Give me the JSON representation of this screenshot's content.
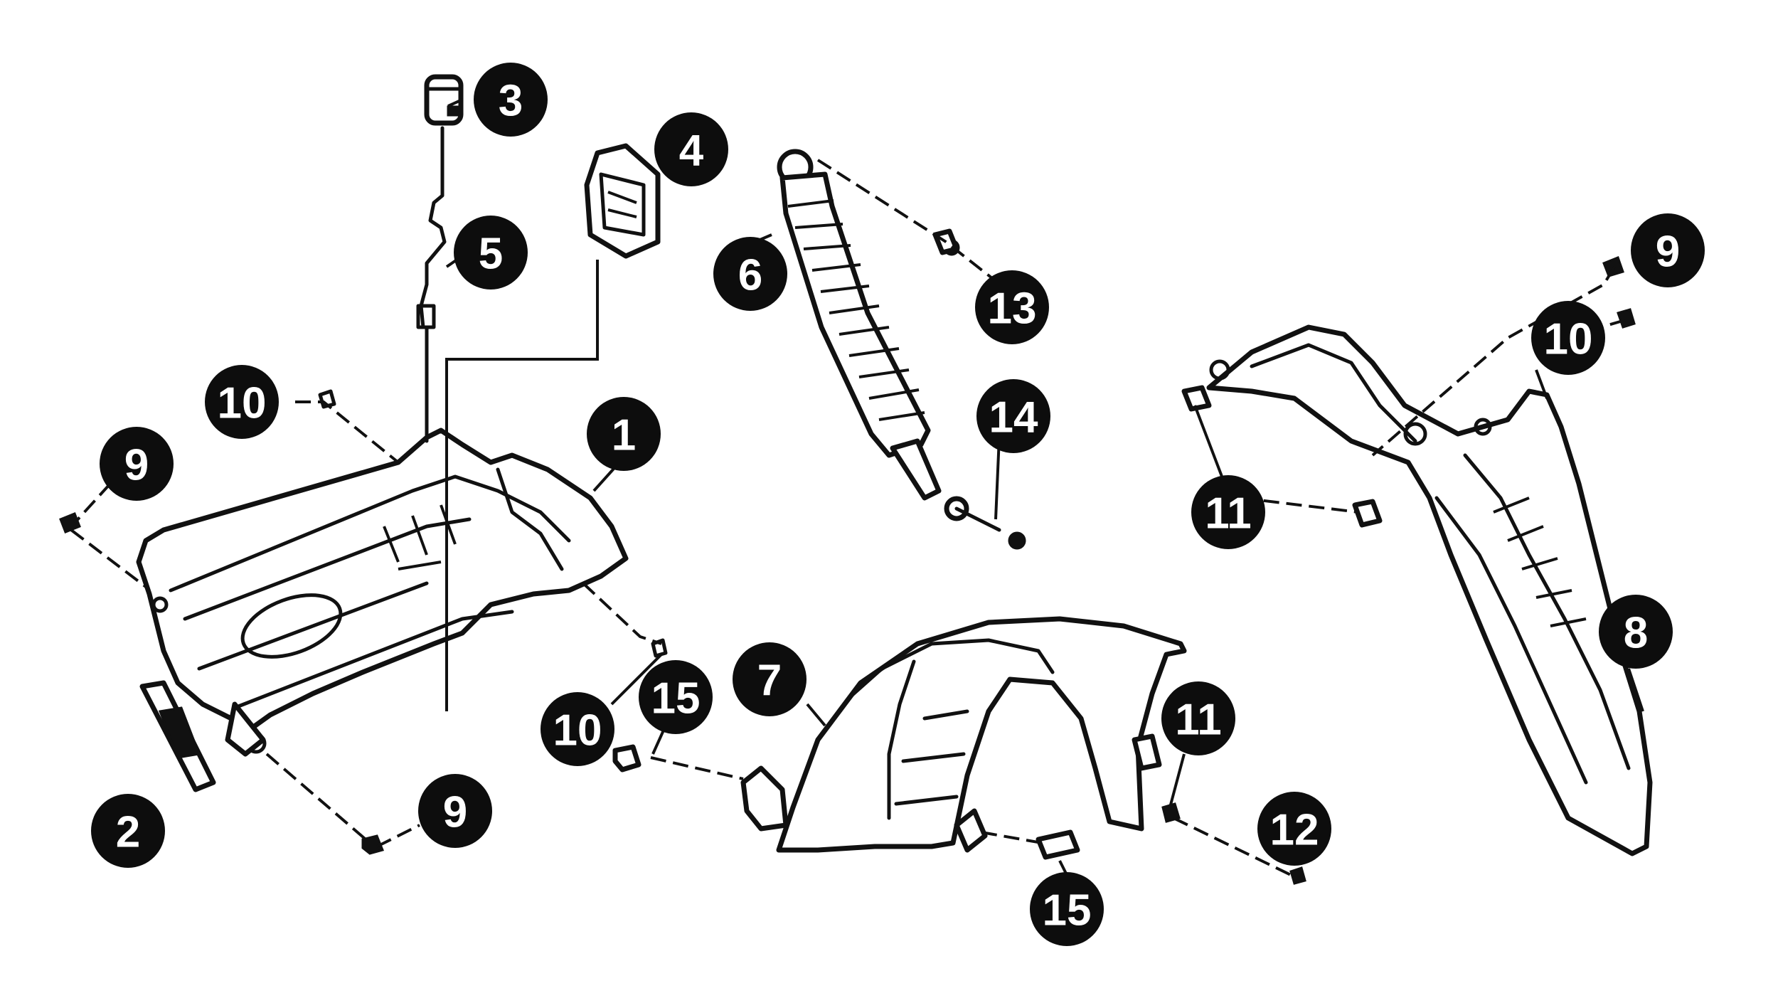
{
  "callouts": [
    {
      "id": "c1",
      "label": "1"
    },
    {
      "id": "c2",
      "label": "2"
    },
    {
      "id": "c3",
      "label": "3"
    },
    {
      "id": "c4",
      "label": "4"
    },
    {
      "id": "c5",
      "label": "5"
    },
    {
      "id": "c6",
      "label": "6"
    },
    {
      "id": "c7",
      "label": "7"
    },
    {
      "id": "c8",
      "label": "8"
    },
    {
      "id": "c9a",
      "label": "9"
    },
    {
      "id": "c9b",
      "label": "9"
    },
    {
      "id": "c9c",
      "label": "9"
    },
    {
      "id": "c10a",
      "label": "10"
    },
    {
      "id": "c10b",
      "label": "10"
    },
    {
      "id": "c10c",
      "label": "10"
    },
    {
      "id": "c11a",
      "label": "11"
    },
    {
      "id": "c11b",
      "label": "11"
    },
    {
      "id": "c12",
      "label": "12"
    },
    {
      "id": "c13",
      "label": "13"
    },
    {
      "id": "c14",
      "label": "14"
    },
    {
      "id": "c15a",
      "label": "15"
    },
    {
      "id": "c15b",
      "label": "15"
    }
  ]
}
